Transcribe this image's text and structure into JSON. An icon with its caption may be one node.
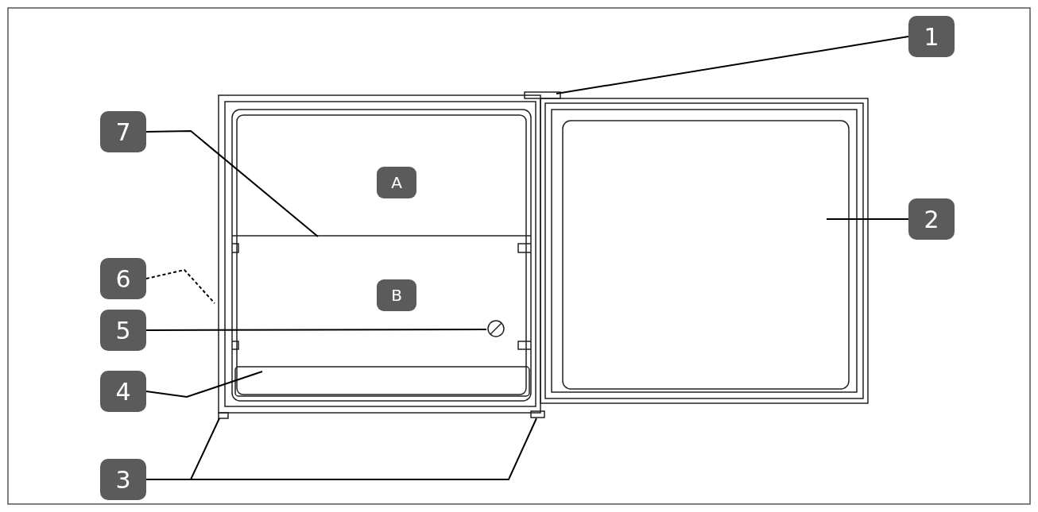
{
  "diagram": {
    "nodes": [
      {
        "text": [
          "1"
        ]
      },
      {
        "text": [
          "2"
        ]
      },
      {
        "text": [
          "3"
        ]
      },
      {
        "text": [
          "4"
        ]
      },
      {
        "text": [
          "5"
        ]
      },
      {
        "text": [
          "6"
        ]
      },
      {
        "text": [
          "7"
        ]
      },
      {
        "text": [
          "A"
        ]
      },
      {
        "text": [
          "B"
        ]
      }
    ],
    "edges": [
      {
        "from": 0,
        "to": null,
        "arrow": "none"
      },
      {
        "from": 1,
        "to": null,
        "arrow": "none"
      },
      {
        "from": 2,
        "to": null,
        "arrow": "none"
      },
      {
        "from": 2,
        "to": null,
        "arrow": "none"
      },
      {
        "from": 3,
        "to": null,
        "arrow": "none"
      },
      {
        "from": 4,
        "to": null,
        "arrow": "none"
      },
      {
        "from": 5,
        "to": null,
        "arrow": "none",
        "style": "dashed"
      },
      {
        "from": 6,
        "to": null,
        "arrow": "none"
      }
    ]
  }
}
